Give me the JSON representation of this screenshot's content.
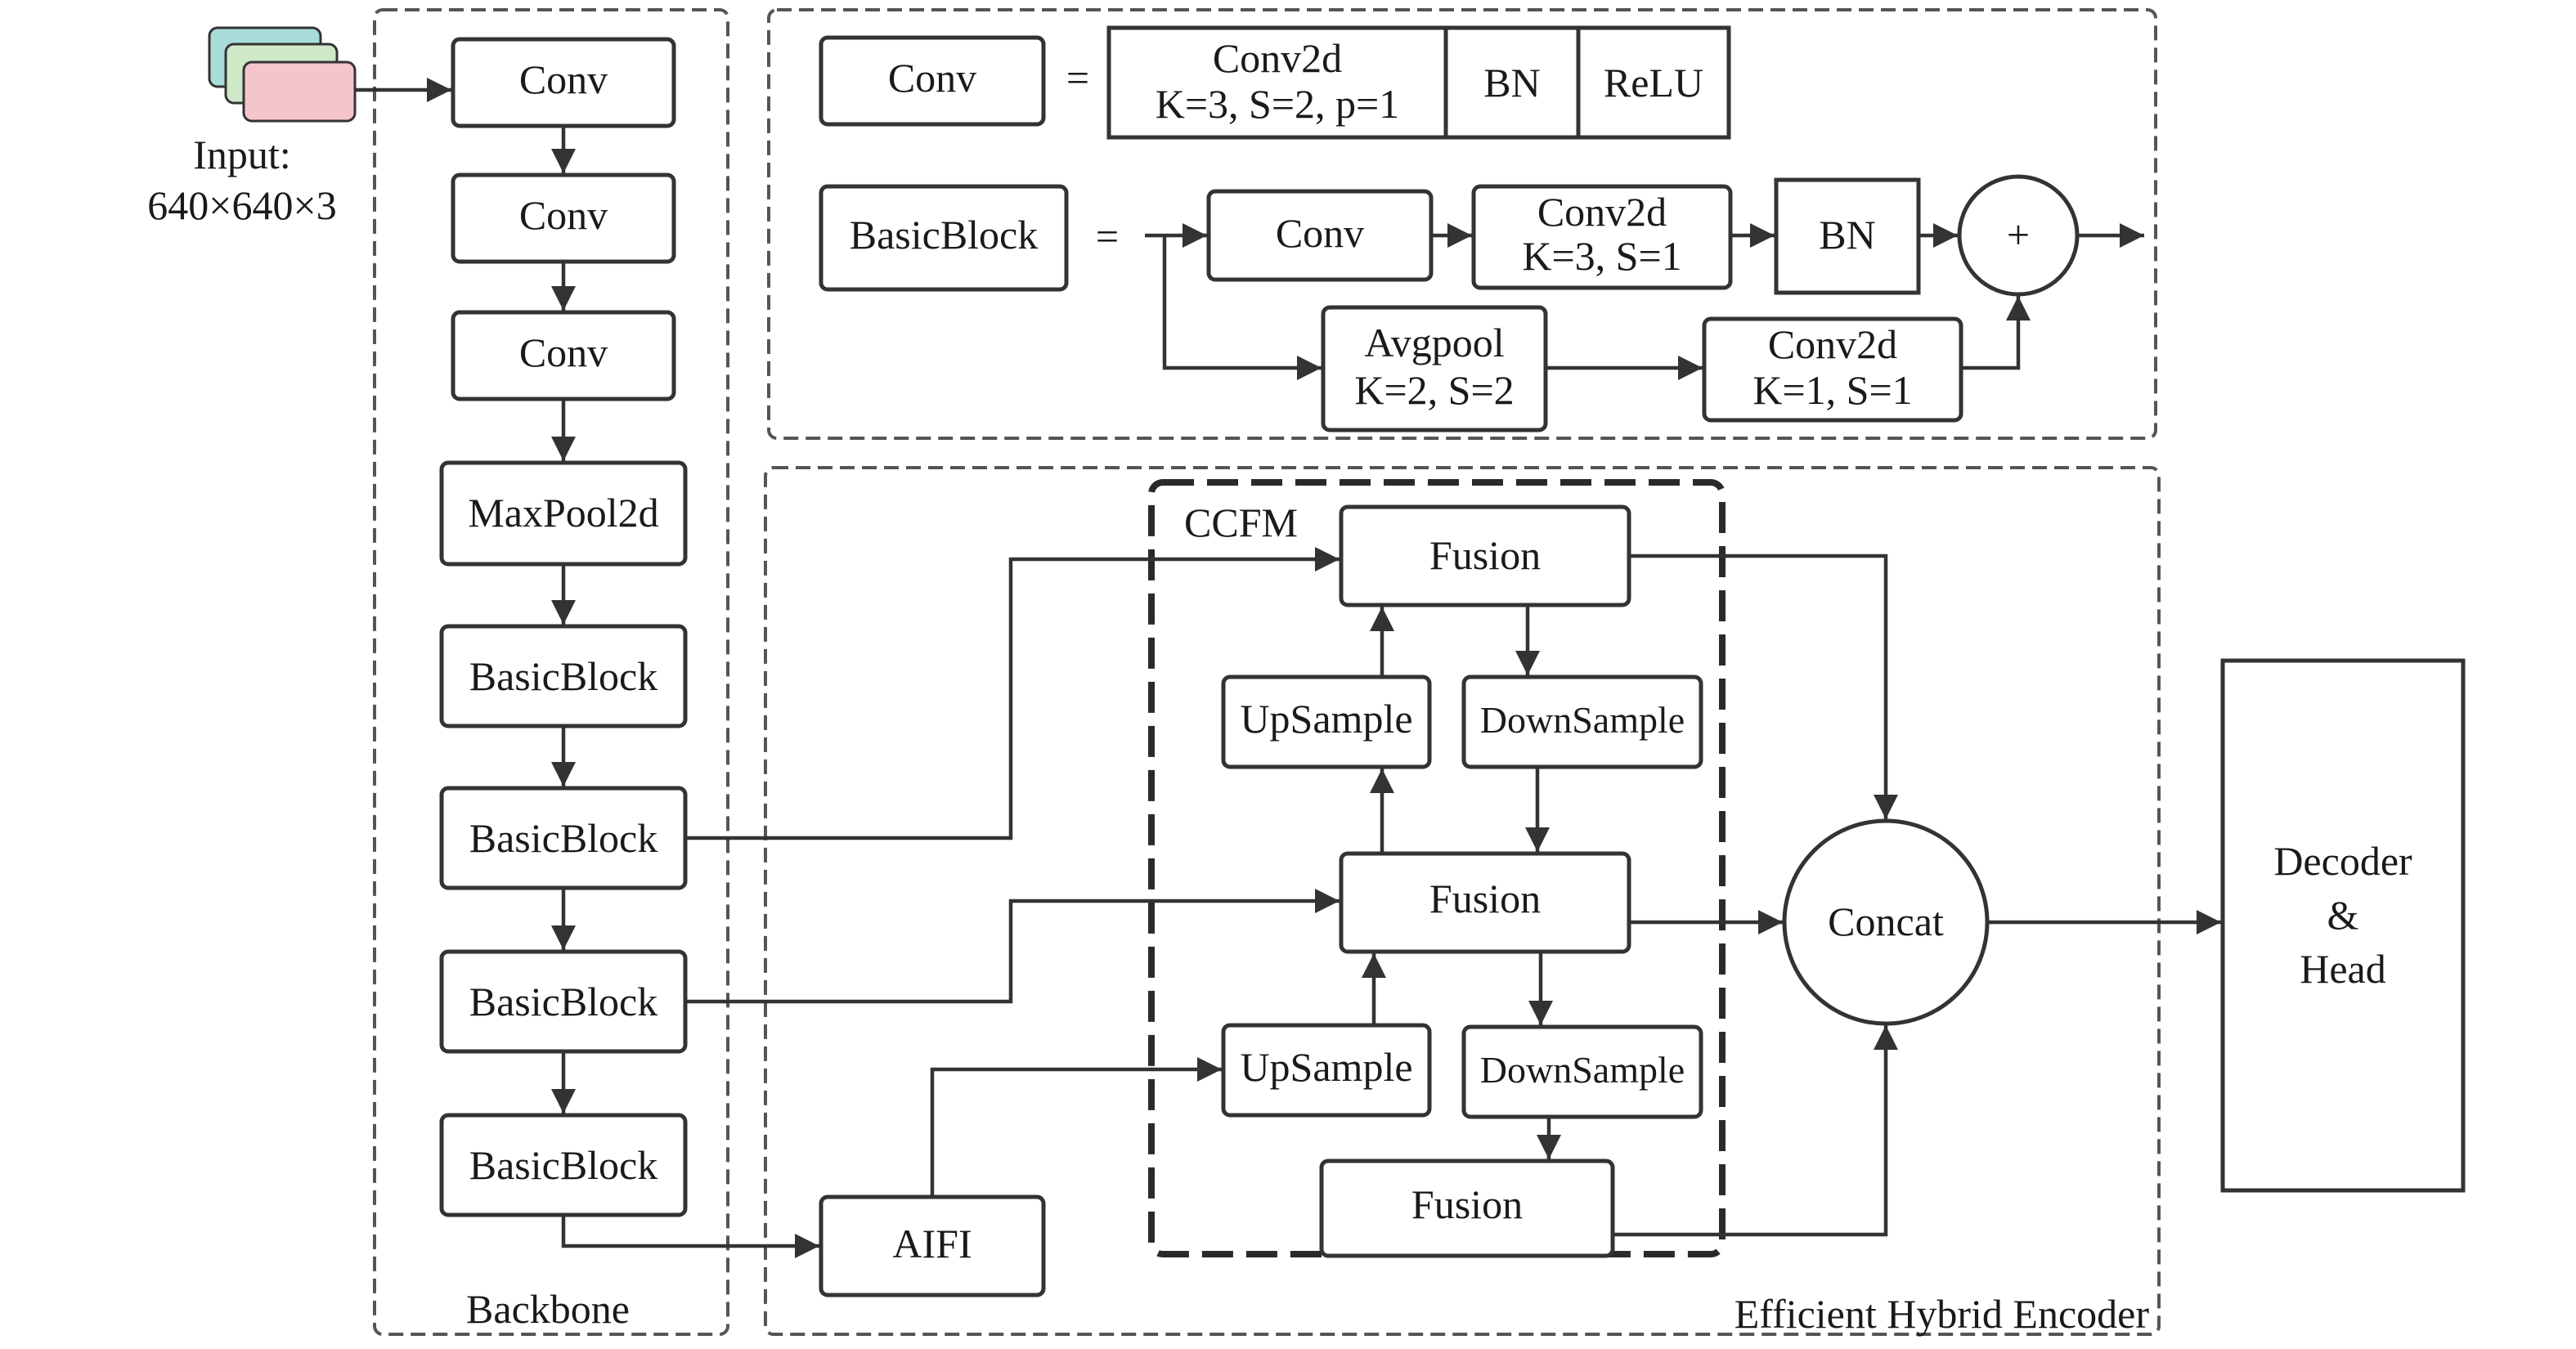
{
  "colors": {
    "ink": "#1a1a1a",
    "stroke": "#333333",
    "input_back": "#a8dcd8",
    "input_mid": "#cfe8c8",
    "input_front": "#f4c6cc"
  },
  "input": {
    "line1": "Input:",
    "line2": "640×640×3"
  },
  "backbone": {
    "caption": "Backbone",
    "blocks": [
      "Conv",
      "Conv",
      "Conv",
      "MaxPool2d",
      "BasicBlock",
      "BasicBlock",
      "BasicBlock",
      "BasicBlock"
    ]
  },
  "legend": {
    "conv_name": "Conv",
    "conv_eq": "=",
    "conv_parts": {
      "conv2d_l1": "Conv2d",
      "conv2d_l2": "K=3, S=2, p=1",
      "bn": "BN",
      "relu": "ReLU"
    },
    "basicblock_name": "BasicBlock",
    "basicblock_eq": "=",
    "basicblock_parts": {
      "conv": "Conv",
      "conv2d_l1": "Conv2d",
      "conv2d_l2": "K=3, S=1",
      "bn": "BN",
      "plus": "+",
      "avgpool_l1": "Avgpool",
      "avgpool_l2": "K=2, S=2",
      "conv2d_b_l1": "Conv2d",
      "conv2d_b_l2": "K=1, S=1"
    }
  },
  "encoder": {
    "caption": "Efficient Hybrid Encoder",
    "ccfm_label": "CCFM",
    "aifi": "AIFI",
    "fusion_top": "Fusion",
    "fusion_mid": "Fusion",
    "fusion_bot": "Fusion",
    "upsample_top": "UpSample",
    "upsample_bot": "UpSample",
    "downsample_top": "DownSample",
    "downsample_bot": "DownSample",
    "concat": "Concat"
  },
  "output": {
    "line1": "Decoder",
    "line2": "&",
    "line3": "Head"
  }
}
